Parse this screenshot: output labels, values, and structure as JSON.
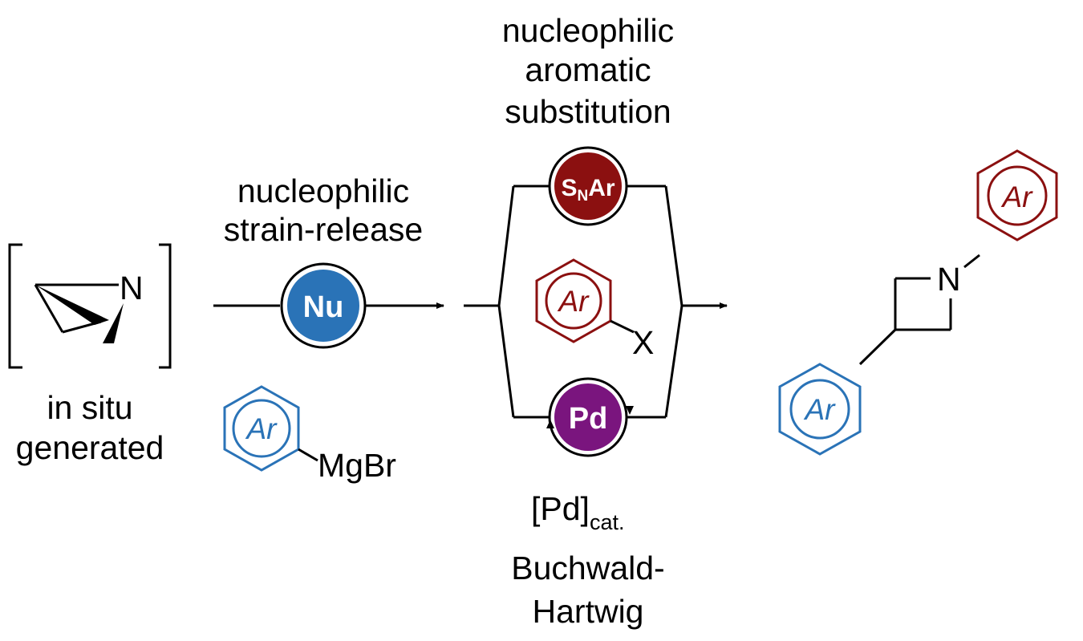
{
  "colors": {
    "blue": "#2a73b7",
    "darkred": "#8b1010",
    "purple": "#7a157e",
    "black": "#000000"
  },
  "start": {
    "atom_N": "N",
    "caption_line1": "in situ",
    "caption_line2": "generated"
  },
  "step1": {
    "title_line1": "nucleophilic",
    "title_line2": "strain-release",
    "badge": "Nu",
    "reagent_ring_label": "Ar",
    "reagent_group": "MgBr"
  },
  "step2": {
    "title_line1": "nucleophilic",
    "title_line2": "aromatic",
    "title_line3": "substitution",
    "badge_snar_s": "S",
    "badge_snar_sub": "N",
    "badge_snar_ar": "Ar",
    "aryl_ring_label": "Ar",
    "aryl_halide_atom": "X",
    "badge_pd": "Pd",
    "pd_cat_main": "[Pd]",
    "pd_cat_sub": "cat.",
    "bottom_line1": "Buchwald-",
    "bottom_line2": "Hartwig"
  },
  "product": {
    "atom_N": "N",
    "ring_top_label": "Ar",
    "ring_bottom_label": "Ar"
  }
}
